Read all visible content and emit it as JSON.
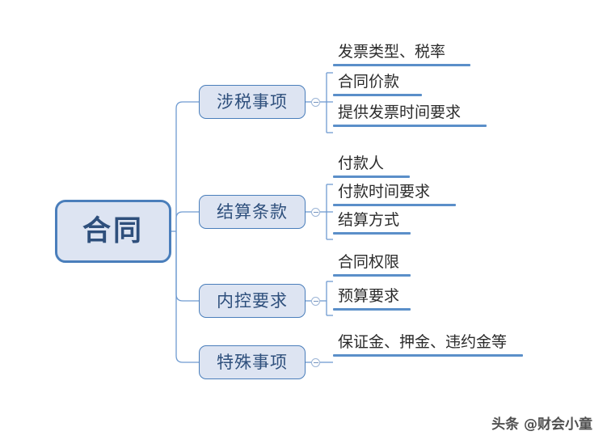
{
  "diagram": {
    "type": "mindmap",
    "title": "合同",
    "root": {
      "label": "合同",
      "fill": "#DDE4F2",
      "border": "#4A7EBB",
      "text_color": "#2E4F7C"
    },
    "toggle_icon": "collapse-minus-icon",
    "branches": [
      {
        "label": "涉税事项",
        "children": [
          "发票类型、税率",
          "合同价款",
          "提供发票时间要求"
        ]
      },
      {
        "label": "结算条款",
        "children": [
          "付款人",
          "付款时间要求",
          "结算方式"
        ]
      },
      {
        "label": "内控要求",
        "children": [
          "合同权限",
          "预算要求"
        ]
      },
      {
        "label": "特殊事项",
        "children": [
          "保证金、押金、违约金等"
        ]
      }
    ]
  },
  "watermark": {
    "text": "头条 @财会小童"
  },
  "colors": {
    "node_fill": "#DDE4F2",
    "node_border": "#4A7EBB",
    "node_text": "#2E4F7C",
    "leaf_bar": "#5B8FC9",
    "leaf_text": "#2B2B2B",
    "connector": "#6F9BD1"
  }
}
